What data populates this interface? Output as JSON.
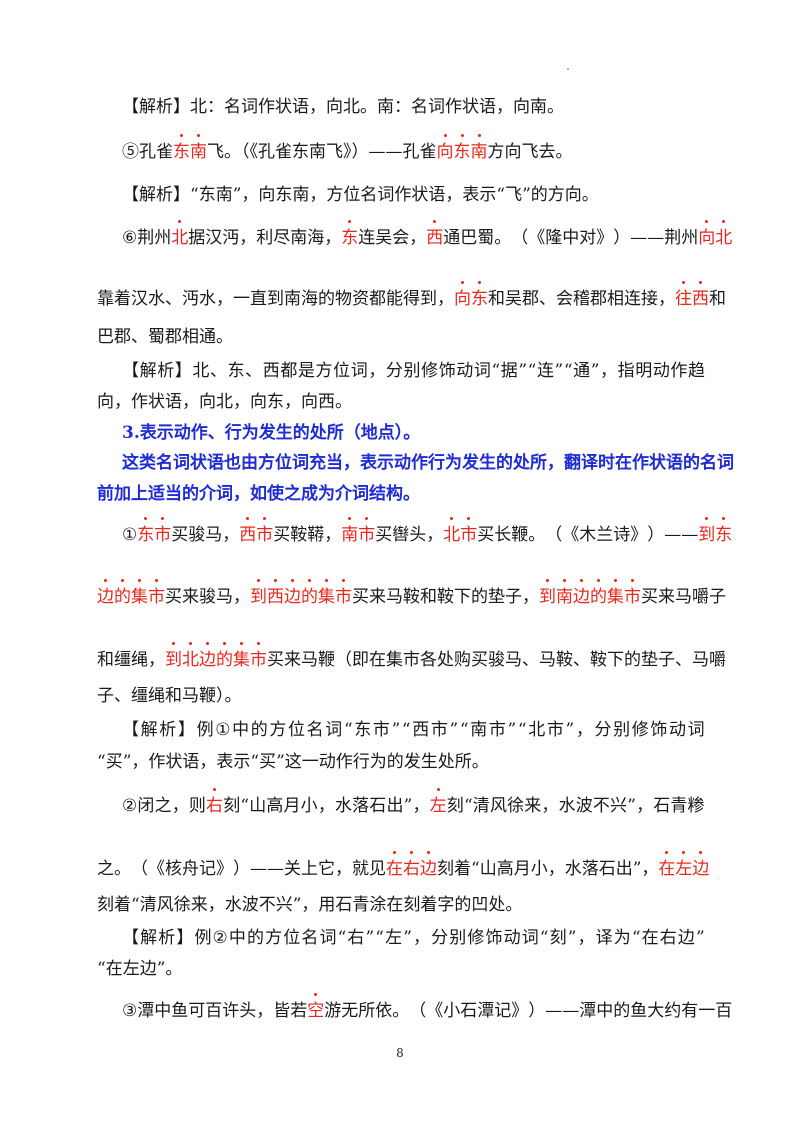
{
  "lines": [
    {
      "segs": [
        {
          "t": "【解析】北：名词作状语，向北。南：名词作状语，向南。"
        }
      ]
    },
    {
      "segs": [
        {
          "t": "⑤孔雀"
        },
        {
          "t": "东南",
          "hl": true
        },
        {
          "t": "飞。（《孔雀东南飞》）——孔雀"
        },
        {
          "t": "向东南",
          "hl": true
        },
        {
          "t": "方向飞去。"
        }
      ]
    },
    {
      "segs": [
        {
          "t": "【解析】“东南”，向东南，方位名词作状语，表示“飞”的方向。"
        }
      ]
    },
    {
      "segs": [
        {
          "t": "⑥荆州"
        },
        {
          "t": "北",
          "hl": true
        },
        {
          "t": "据汉沔，利尽南海，"
        },
        {
          "t": "东",
          "hl": true
        },
        {
          "t": "连吴会，"
        },
        {
          "t": "西",
          "hl": true
        },
        {
          "t": "通巴蜀。（《隆中对》）——荆州"
        },
        {
          "t": "向北",
          "hl": true
        }
      ]
    },
    {
      "segs": [
        {
          "t": "靠着汉水、沔水，一直到南海的物资都能得到，"
        },
        {
          "t": "向东",
          "hl": true
        },
        {
          "t": "和吴郡、会稽郡相连接，"
        },
        {
          "t": "往西",
          "hl": true
        },
        {
          "t": "和"
        }
      ]
    },
    {
      "segs": [
        {
          "t": "巴郡、蜀郡相通。"
        }
      ]
    },
    {
      "segs": [
        {
          "t": "【解析】北、东、西都是方位词，分别修饰动词“据”“连”“通”，指明动作趋"
        }
      ]
    },
    {
      "segs": [
        {
          "t": "向，作状语，向北，向东，向西。"
        }
      ]
    },
    {
      "segs": [
        {
          "t": "3.表示动作、行为发生的处所（地点）。"
        }
      ]
    },
    {
      "segs": [
        {
          "t": "这类名词状语也由方位词充当，表示动作行为发生的处所，翻译时在作状语的名词"
        }
      ]
    },
    {
      "segs": [
        {
          "t": "前加上适当的介词，如使之成为介词结构。"
        }
      ]
    },
    {
      "segs": [
        {
          "t": "①"
        },
        {
          "t": "东市",
          "hl": true
        },
        {
          "t": "买骏马，"
        },
        {
          "t": "西市",
          "hl": true
        },
        {
          "t": "买鞍鞯，"
        },
        {
          "t": "南市",
          "hl": true
        },
        {
          "t": "买辔头，"
        },
        {
          "t": "北市",
          "hl": true
        },
        {
          "t": "买长鞭。（《木兰诗》）——"
        },
        {
          "t": "到东",
          "hl": true
        }
      ]
    },
    {
      "segs": [
        {
          "t": "边的集市",
          "hl": true
        },
        {
          "t": "买来骏马，"
        },
        {
          "t": "到西边的集市",
          "hl": true
        },
        {
          "t": "买来马鞍和鞍下的垫子，"
        },
        {
          "t": "到南边的集市",
          "hl": true
        },
        {
          "t": "买来马嚼子"
        }
      ]
    },
    {
      "segs": [
        {
          "t": "和缰绳，"
        },
        {
          "t": "到北边的集市",
          "hl": true
        },
        {
          "t": "买来马鞭（即在集市各处购买骏马、马鞍、鞍下的垫子、马嚼"
        }
      ]
    },
    {
      "segs": [
        {
          "t": "子、缰绳和马鞭）。"
        }
      ]
    },
    {
      "segs": [
        {
          "t": "【解析】例①中的方位名词“东市”“西市”“南市”“北市”，分别修饰动词"
        }
      ]
    },
    {
      "segs": [
        {
          "t": "“买”，作状语，表示“买”这一动作行为的发生处所。"
        }
      ]
    },
    {
      "segs": [
        {
          "t": "②闭之，则"
        },
        {
          "t": "右",
          "hl": true
        },
        {
          "t": "刻“山高月小，水落石出”，"
        },
        {
          "t": "左",
          "hl": true
        },
        {
          "t": "刻“清风徐来，水波不兴”，石青糁"
        }
      ]
    },
    {
      "segs": [
        {
          "t": "之。（《核舟记》）——关上它，就见"
        },
        {
          "t": "在右边",
          "hl": true
        },
        {
          "t": "刻着“山高月小，水落石出”，"
        },
        {
          "t": "在左边",
          "hl": true
        }
      ]
    },
    {
      "segs": [
        {
          "t": "刻着“清风徐来，水波不兴”，用石青涂在刻着字的凹处。"
        }
      ]
    },
    {
      "segs": [
        {
          "t": "【解析】例②中的方位名词“右”“左”，分别修饰动词“刻”，译为“在右边”"
        }
      ]
    },
    {
      "segs": [
        {
          "t": "“在左边”。"
        }
      ]
    },
    {
      "segs": [
        {
          "t": "③潭中鱼可百许头，皆若"
        },
        {
          "t": "空",
          "hl": true
        },
        {
          "t": "游无所依。（《小石潭记》）——潭中的鱼大约有一百"
        }
      ]
    }
  ],
  "page_number": "8",
  "colors": {
    "highlight": "#e8281e",
    "heading_blue": "#1f2bd4",
    "text": "#1a1a1a"
  }
}
